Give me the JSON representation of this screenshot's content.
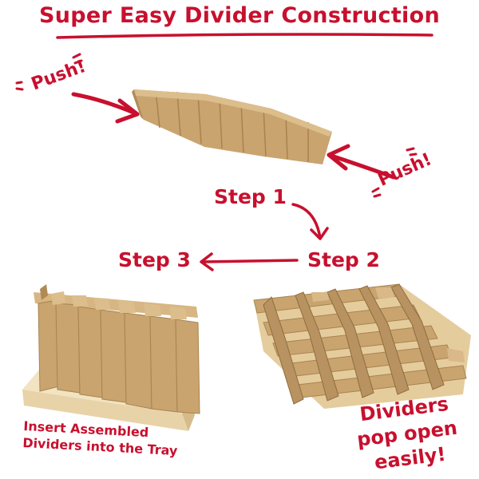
{
  "title": "Super Easy Divider Construction",
  "labels": {
    "push_left": "Push!",
    "push_right": "Push!",
    "step1": "Step 1",
    "step2": "Step 2",
    "step3": "Step 3"
  },
  "captions": {
    "insert": "Insert Assembled Dividers into the Tray",
    "pop": "Dividers pop open easily!"
  },
  "colors": {
    "accent": "#c8102e",
    "cardboard": "#c9a46f",
    "cardboard_dark": "#a8834f",
    "cardboard_light": "#dcbd8c"
  }
}
